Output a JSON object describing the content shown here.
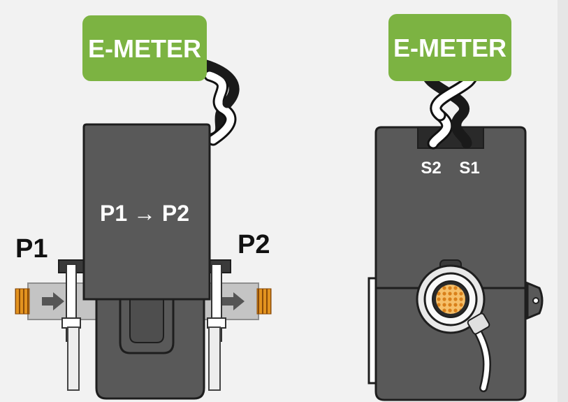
{
  "left_device": {
    "meter_label": "E-METER",
    "direction_label": "P1 → P2",
    "primary_in_label": "P1",
    "primary_out_label": "P2"
  },
  "right_device": {
    "meter_label": "E-METER",
    "terminal_left_label": "S2",
    "terminal_right_label": "S1"
  },
  "colors": {
    "meter_green": "#7cb342",
    "body_gray": "#595959",
    "body_outline": "#1e1e1e",
    "wire_black": "#1a1a1a",
    "wire_white": "#ffffff",
    "connector_pins": "#e3931f",
    "conductor_gray": "#b8b8b8",
    "background": "#f2f2f2"
  },
  "icons": [
    "twisted-wire-pair-icon",
    "arrow-right-icon",
    "round-connector-icon",
    "cable-tie-icon"
  ]
}
